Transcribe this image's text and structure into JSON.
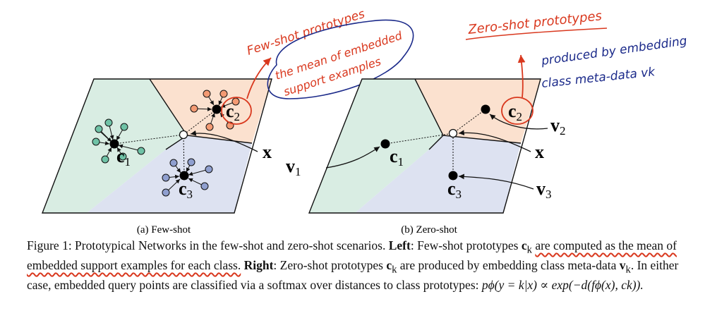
{
  "panel_a": {
    "subcaption": "(a) Few-shot",
    "labels": {
      "c1": "c",
      "c1_sub": "1",
      "c2": "c",
      "c2_sub": "2",
      "c3": "c",
      "c3_sub": "3",
      "x": "x"
    },
    "annotation_title": "Few-shot prototypes",
    "annotation_line1": "the mean of embedded",
    "annotation_line2": "support examples"
  },
  "panel_b": {
    "subcaption": "(b) Zero-shot",
    "labels": {
      "c1": "c",
      "c1_sub": "1",
      "c2": "c",
      "c2_sub": "2",
      "c3": "c",
      "c3_sub": "3",
      "x": "x",
      "v1": "v",
      "v1_sub": "1",
      "v2": "v",
      "v2_sub": "2",
      "v3": "v",
      "v3_sub": "3"
    },
    "annotation_title": "Zero-shot prototypes",
    "annotation_line1": "produced by embedding",
    "annotation_line2": "class meta-data vk"
  },
  "caption": {
    "prefix": "Figure 1: Prototypical Networks in the few-shot and zero-shot scenarios. ",
    "left_label": "Left",
    "part1": ": Few-shot prototypes ",
    "ck": "c",
    "ck_sub": "k",
    "underlined": "are computed as the mean of embedded support examples for each class.",
    "right_label": "Right",
    "part2": ": Zero-shot prototypes ",
    "part3": " are produced by embedding class meta-data ",
    "vk": "v",
    "vk_sub": "k",
    "part4": ". In either case, embedded query points are classified via a softmax over distances to class prototypes: ",
    "formula": "pϕ(y = k|x) ∝ exp(−d(fϕ(x), ck))."
  },
  "colors": {
    "green": "#d9ede3",
    "orange": "#fbe1cf",
    "blue": "#dde2f1",
    "green_pt": "#6fc2a6",
    "orange_pt": "#f39a73",
    "blue_pt": "#8f9fcf",
    "red_ink": "#d9381e",
    "blue_ink": "#1b2a8a"
  }
}
